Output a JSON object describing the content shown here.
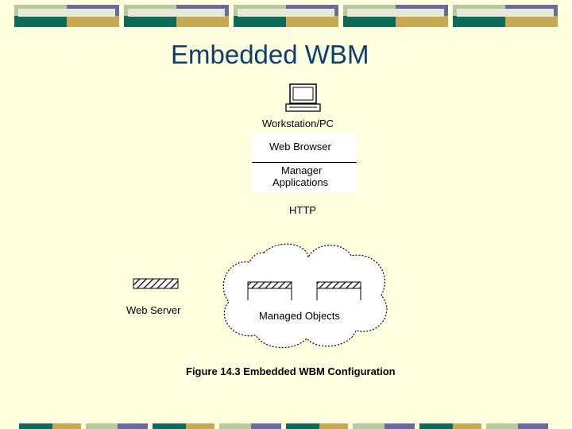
{
  "slide": {
    "title": "Embedded WBM",
    "caption": "Figure 14.3 Embedded WBM Configuration"
  },
  "diagram": {
    "workstation": {
      "label": "Workstation/PC",
      "web_browser": "Web Browser",
      "manager_line1": "Manager",
      "manager_line2": "Applications"
    },
    "protocol": "HTTP",
    "web_server": "Web Server",
    "managed_objects": "Managed Objects"
  },
  "icons": {
    "computer": "computer-icon",
    "hatch": "hatched-bar-icon",
    "cloud": "cloud-shape"
  },
  "colors": {
    "background": "#ffffe0",
    "title": "#0b3f6b",
    "band_green": "#0e6b5a",
    "band_tan": "#c8a850",
    "band_purple": "#6b6b9b",
    "band_sage": "#b8c8a0"
  }
}
